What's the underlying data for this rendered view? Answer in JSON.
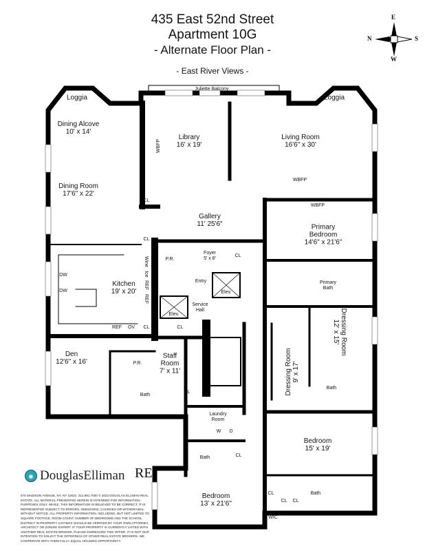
{
  "header": {
    "address": "435 East 52nd Street",
    "apartment": "Apartment 10G",
    "subtitle": "- Alternate Floor Plan -",
    "views": "- East River Views -"
  },
  "compass": {
    "north": "N",
    "east": "E",
    "south": "S",
    "west": "W"
  },
  "rooms": {
    "juliette_balcony": "Juliette Balcony",
    "loggia_left": "Loggia",
    "loggia_right": "Loggia",
    "dining_alcove": {
      "name": "Dining Alcove",
      "size": "10' x 14'"
    },
    "library": {
      "name": "Library",
      "size": "16' x 19'"
    },
    "living_room": {
      "name": "Living Room",
      "size": "16'6\" x 30'"
    },
    "dining_room": {
      "name": "Dining Room",
      "size": "17'6\" x 22'"
    },
    "gallery": {
      "name": "Gallery",
      "size": "11' 25'6\""
    },
    "primary_bedroom": {
      "name": "Primary",
      "name2": "Bedroom",
      "size": "14'6\" x 21'6\""
    },
    "foyer": {
      "name": "Foyer",
      "size": "5' x 8'"
    },
    "kitchen": {
      "name": "Kitchen",
      "size": "19' x 20'"
    },
    "primary_bath": {
      "name": "Primary",
      "name2": "Bath"
    },
    "service_hall": {
      "name": "Service",
      "name2": "Hall"
    },
    "entry": "Entry",
    "dressing_room_1": {
      "name": "Dressing Room",
      "size": "12' x 15'"
    },
    "dressing_room_2": {
      "name": "Dressing Room",
      "size": "9' x 17'"
    },
    "den": {
      "name": "Den",
      "size": "12'6\" x 16'"
    },
    "staff_room": {
      "name": "Staff",
      "name2": "Room",
      "size": "7' x 11'"
    },
    "laundry_room": {
      "name": "Laundry",
      "name2": "Room"
    },
    "bedroom_1": {
      "name": "Bedroom",
      "size": "15' x 19'"
    },
    "bedroom_2": {
      "name": "Bedroom",
      "size": "13' x 21'6\""
    }
  },
  "fixtures": {
    "wbfp": "WBFP",
    "cl": "CL",
    "pr": "P.R.",
    "elev": "Elev.",
    "bath": "Bath",
    "wine": "Wine",
    "ice": "Ice",
    "ref": "REF",
    "ov": "OV",
    "dw": "DW",
    "w": "W",
    "d": "D",
    "wic": "WIC"
  },
  "branding": {
    "broker": "DouglasElliman",
    "monogram": "RE",
    "disclaimer": "575 Madison Avenue, NY, NY 10022. 212.891.7000 © 2022 Douglas Elliman Real Estate. All material presented herein is intended for information purposes only. While, this information is believed to be correct, it is represented subject to errors, omissions, changes or withdrawal without notice. All property information, including, but not limited to square footage, room count, number of bedrooms and the school district in property listings should be verified by your own attorney, architect or zoning expert. If your property is currently listed with another real estate broker, please disregard this offer. It is not our intention to solicit the offerings of other real estate brokers. We cooperate with them fully. Equal Housing Opportunity."
  }
}
